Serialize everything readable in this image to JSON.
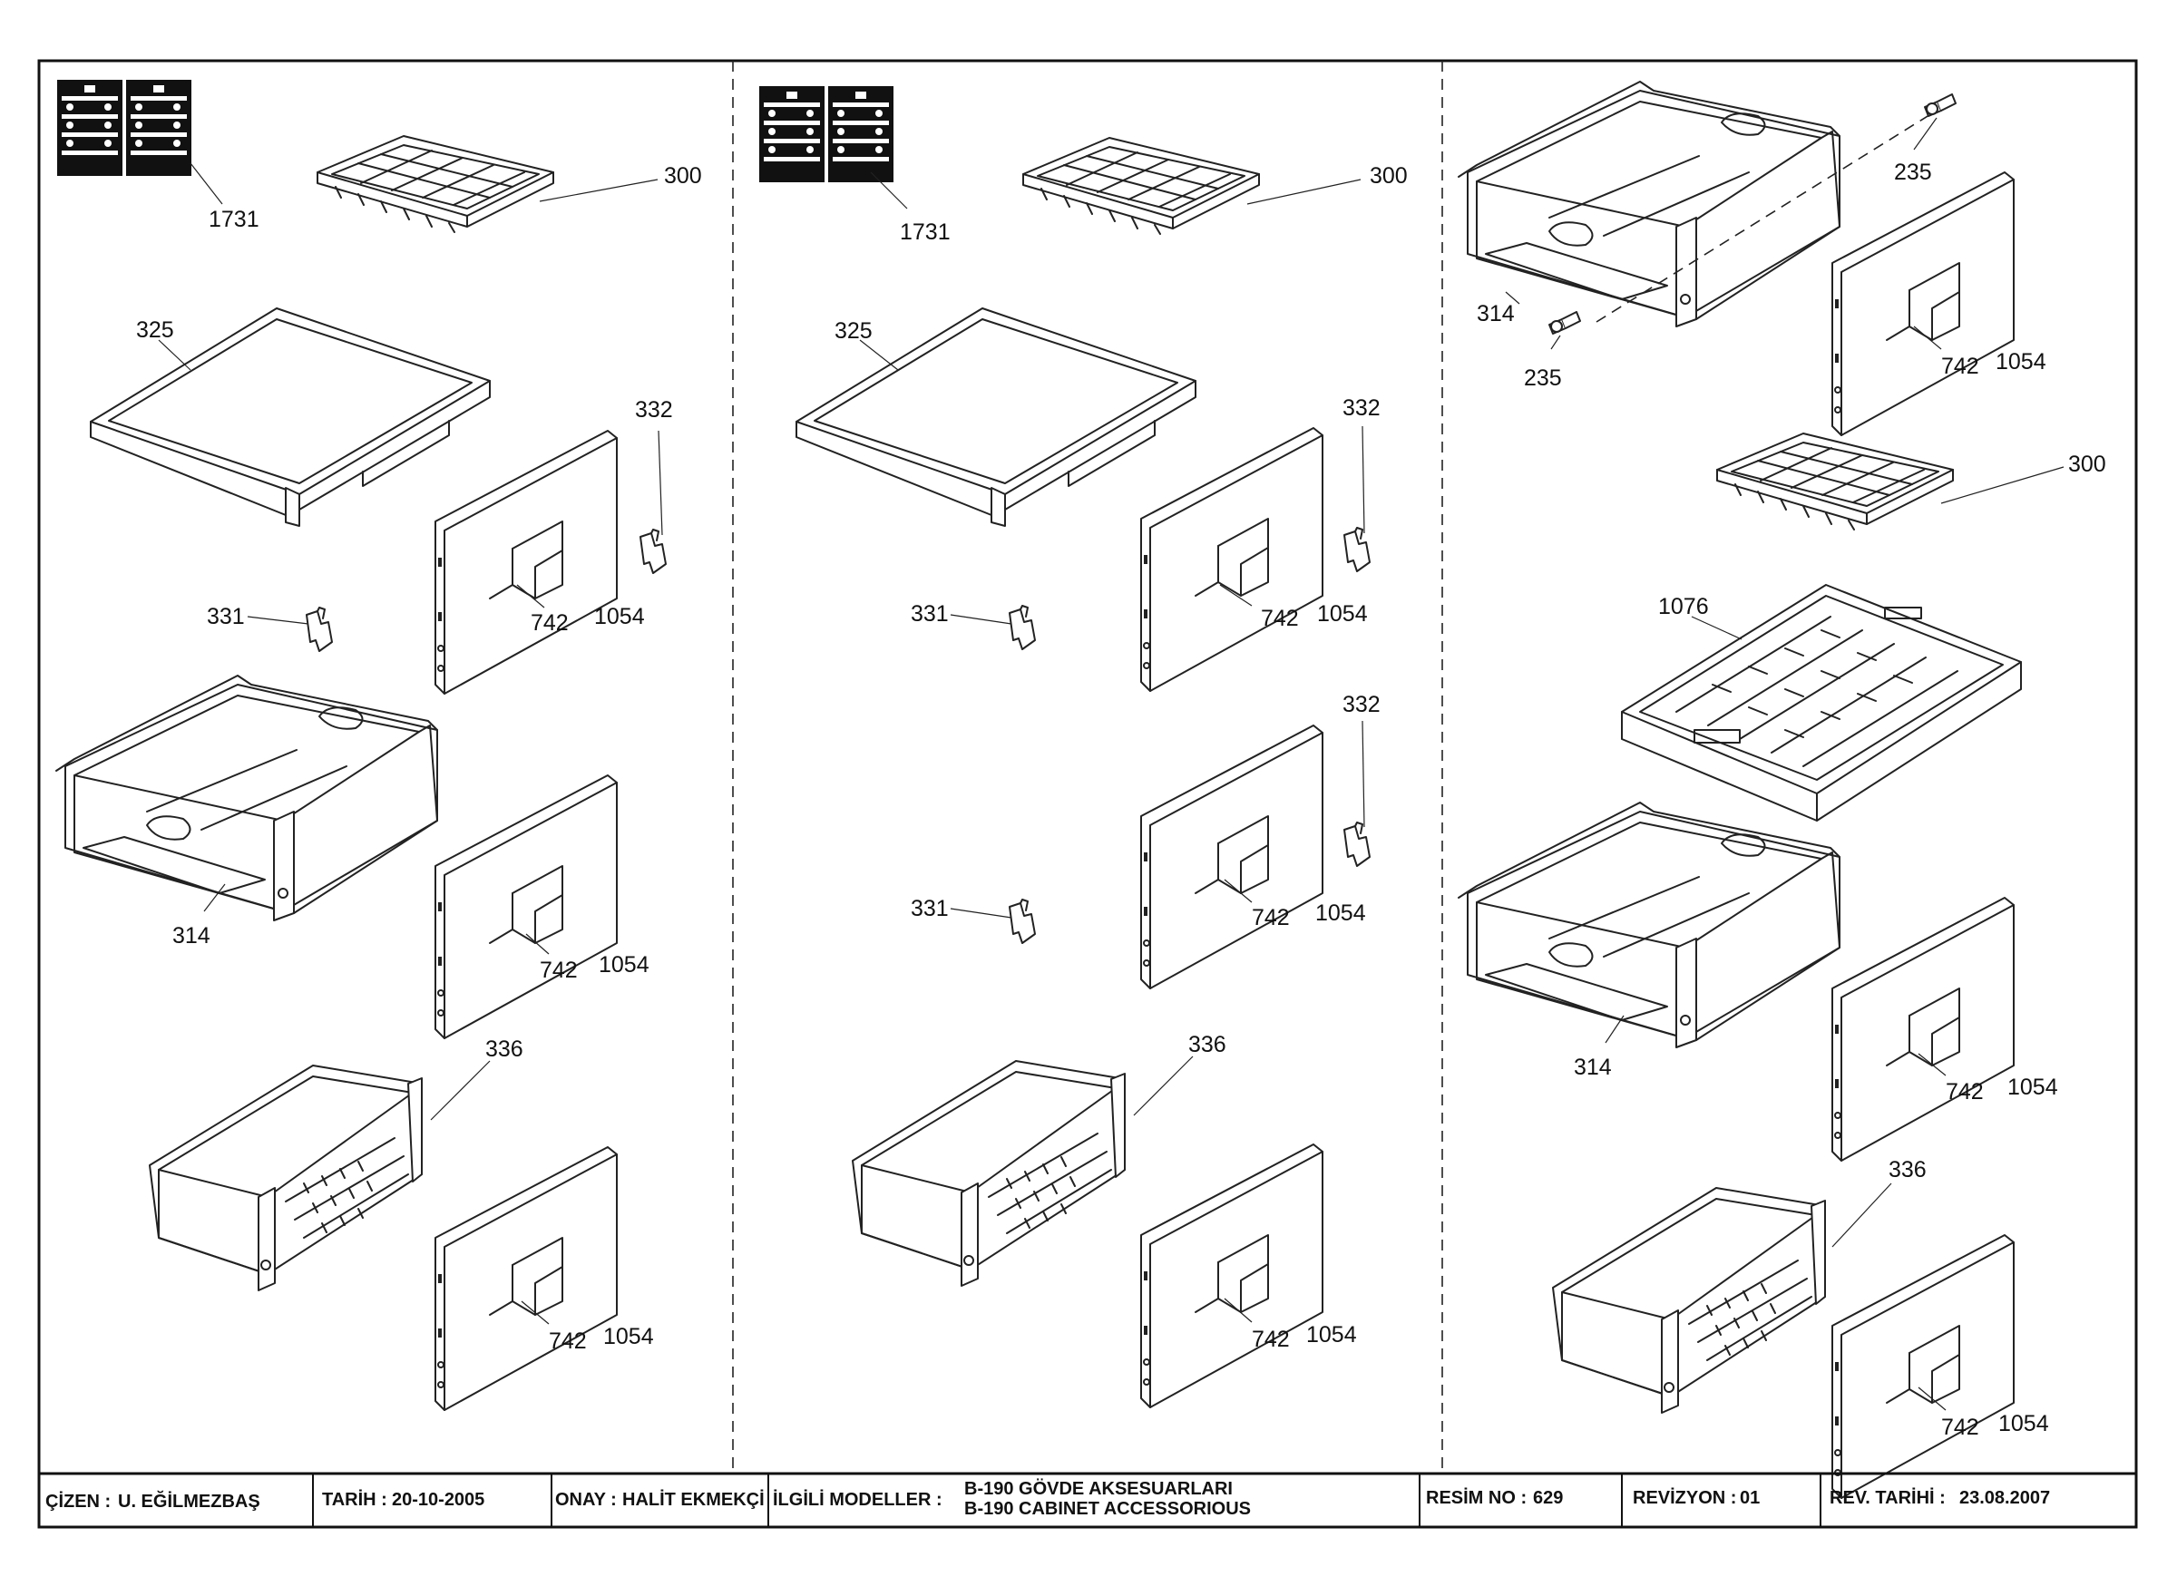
{
  "title_block": {
    "drawn_by_label": "ÇİZEN :",
    "drawn_by": "U. EĞİLMEZBAŞ",
    "date_label": "TARİH :",
    "date": "20-10-2005",
    "approved_by_label": "ONAY :",
    "approved_by": "HALİT EKMEKÇİ",
    "models_label": "İLGİLİ MODELLER :",
    "title_tr": "B-190 GÖVDE AKSESUARLARI",
    "title_en": "B-190 CABINET ACCESSORIOUS",
    "drawing_no_label": "RESİM NO :",
    "drawing_no": "629",
    "revision_label": "REVİZYON :",
    "revision": "01",
    "rev_date_label": "REV. TARİHİ :",
    "rev_date": "23.08.2007"
  },
  "callouts": {
    "ice_pack": "1731",
    "ice_tray": "300",
    "shelf": "325",
    "clip_right": "332",
    "clip_left": "331",
    "drawer_cover": "742",
    "drawer_front": "1054",
    "crisper": "314",
    "lower_crisper": "336",
    "pin": "235",
    "egg_tray": "1076"
  }
}
